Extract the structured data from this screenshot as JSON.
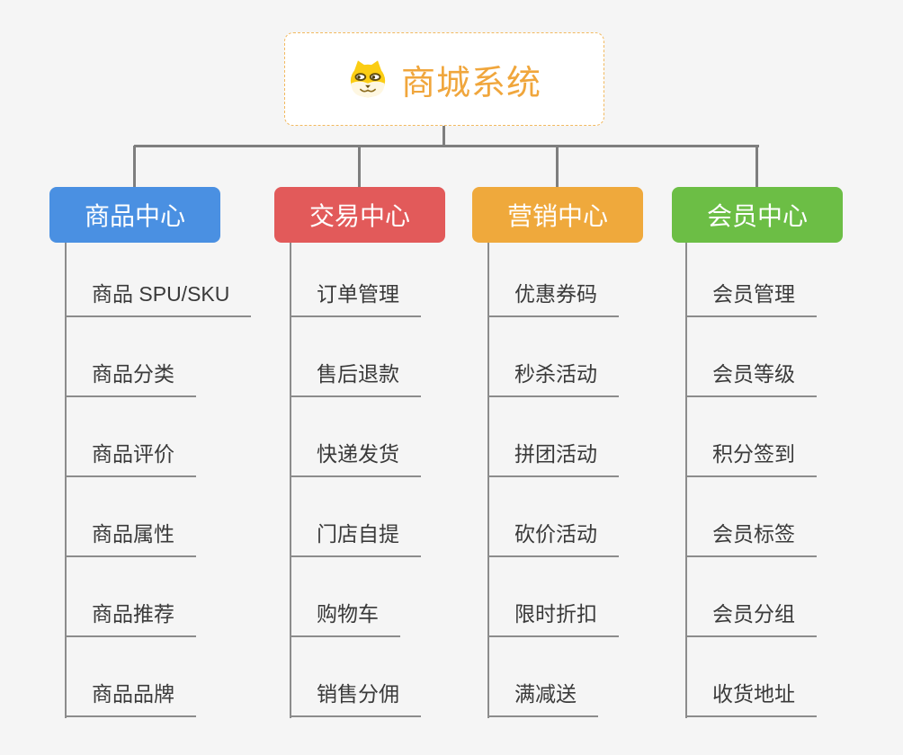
{
  "page": {
    "background": "#F5F5F5",
    "line_color": "#7E7E7E"
  },
  "root": {
    "title": "商城系统",
    "title_color": "#F0A63C",
    "icon": "shiba-dog-icon",
    "border_color": "#F2B95F"
  },
  "branches": [
    {
      "label": "商品中心",
      "color": "#4A90E2",
      "items": [
        "商品 SPU/SKU",
        "商品分类",
        "商品评价",
        "商品属性",
        "商品推荐",
        "商品品牌"
      ]
    },
    {
      "label": "交易中心",
      "color": "#E25A5A",
      "items": [
        "订单管理",
        "售后退款",
        "快递发货",
        "门店自提",
        "购物车",
        "销售分佣"
      ]
    },
    {
      "label": "营销中心",
      "color": "#EFA93C",
      "items": [
        "优惠券码",
        "秒杀活动",
        "拼团活动",
        "砍价活动",
        "限时折扣",
        "满减送"
      ]
    },
    {
      "label": "会员中心",
      "color": "#6CBE45",
      "items": [
        "会员管理",
        "会员等级",
        "积分签到",
        "会员标签",
        "会员分组",
        "收货地址"
      ]
    }
  ]
}
